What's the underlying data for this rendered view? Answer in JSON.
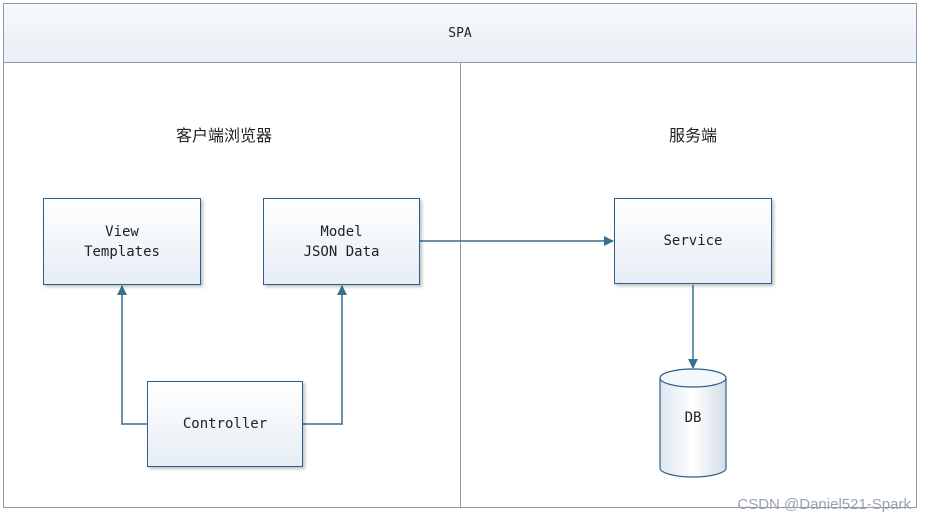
{
  "header": {
    "title": "SPA"
  },
  "client": {
    "title": "客户端浏览器",
    "view": {
      "line1": "View",
      "line2": "Templates"
    },
    "model": {
      "line1": "Model",
      "line2": "JSON Data"
    },
    "controller": {
      "label": "Controller"
    }
  },
  "server": {
    "title": "服务端",
    "service": {
      "label": "Service"
    },
    "db": {
      "label": "DB"
    }
  },
  "watermark": "CSDN @Daniel521-Spark",
  "colors": {
    "border": "#2f5f8a",
    "arrow": "#3a6f8f",
    "frame": "#8a9aab"
  }
}
